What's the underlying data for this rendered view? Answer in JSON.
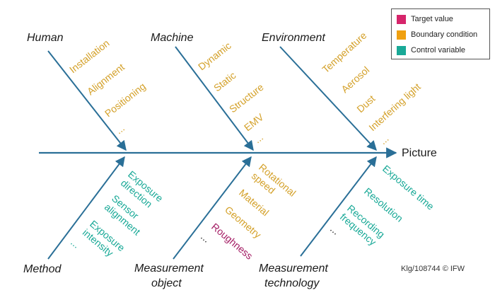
{
  "colors": {
    "target": "#d6256b",
    "boundary": "#d4a12a",
    "control": "#19a997",
    "arrow": "#2a6f97",
    "text": "#1a1a1a"
  },
  "effect": "Picture",
  "categories": {
    "human": "Human",
    "machine": "Machine",
    "environment": "Environment",
    "method": "Method",
    "measurement_object": [
      "Measurement",
      "object"
    ],
    "measurement_technology": [
      "Measurement",
      "technology"
    ]
  },
  "causes": {
    "human": [
      "Installation",
      "Alignment",
      "Positioning",
      "..."
    ],
    "machine": [
      "Dynamic",
      "Static",
      "Structure",
      "EMV",
      "..."
    ],
    "environment": [
      "Temperature",
      "Aerosol",
      "Dust",
      "Interfering light",
      "..."
    ],
    "method": [
      [
        "Exposure",
        "direction"
      ],
      [
        "Sensor",
        "alignment"
      ],
      [
        "Exposure",
        "intensity"
      ],
      "..."
    ],
    "measurement_object": [
      [
        "Rotational",
        "speed"
      ],
      "Material",
      "Geometry",
      "Roughness",
      "..."
    ],
    "measurement_technology": [
      "Exposure time",
      "Resolution",
      [
        "Recording",
        "frequency"
      ],
      "..."
    ]
  },
  "legend": [
    {
      "label": "Target value",
      "color": "#d6256b"
    },
    {
      "label": "Boundary condition",
      "color": "#f0a010"
    },
    {
      "label": "Control variable",
      "color": "#19a997"
    }
  ],
  "credit": "Klg/108744 © IFW"
}
